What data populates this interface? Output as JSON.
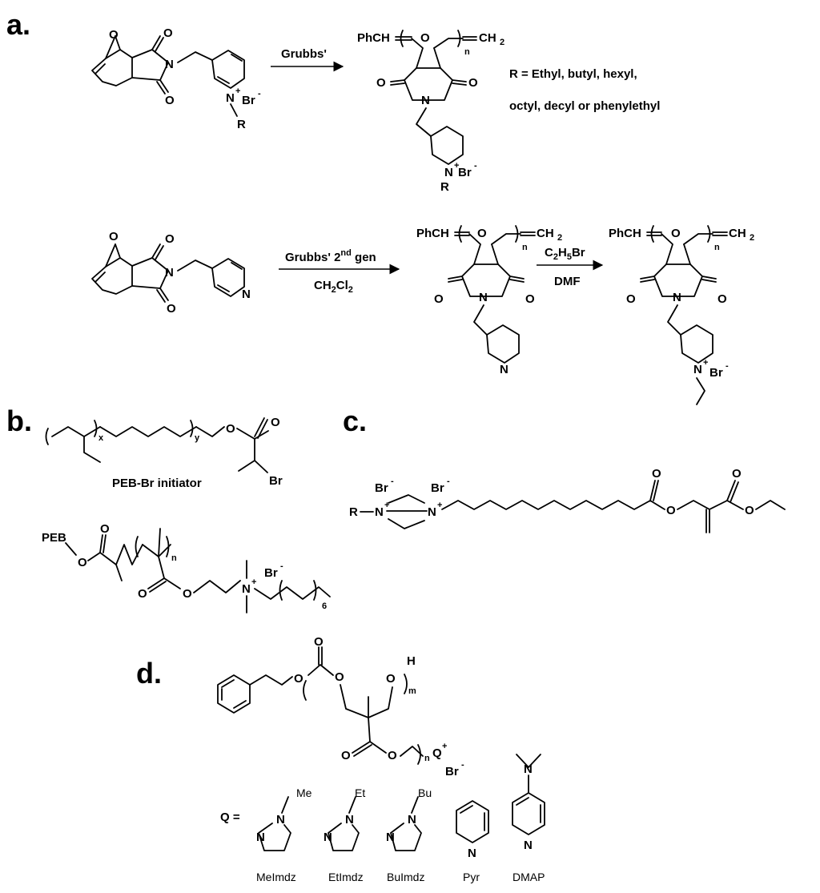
{
  "panels": {
    "a": "a.",
    "b": "b.",
    "c": "c.",
    "d": "d."
  },
  "panel_a": {
    "reagent_1": "Grubbs'",
    "r_definition_line1": "R = Ethyl, butyl, hexyl,",
    "r_definition_line2": "octyl, decyl or phenylethyl",
    "reagent_2": "Grubbs' 2",
    "reagent_2_sup": "nd",
    "reagent_2_tail": " gen",
    "solvent_2": "CH",
    "solvent_2_sub": "2",
    "solvent_2_mid": "Cl",
    "solvent_2_sub2": "2",
    "reagent_3": "C",
    "reagent_3_sub1": "2",
    "reagent_3_mid": "H",
    "reagent_3_sub2": "5",
    "reagent_3_tail": "Br",
    "solvent_3": "DMF",
    "end_group_left": "PhCH",
    "end_group_right": "CH",
    "end_group_right_sub": "2",
    "repeat_n": "n"
  },
  "panel_b": {
    "initiator_label": "PEB-Br initiator",
    "peb": "PEB",
    "x": "x",
    "y": "y",
    "n": "n",
    "six": "6"
  },
  "panel_d": {
    "q_equals": "Q =",
    "m": "m",
    "n": "n",
    "h": "H",
    "q_plus": "Q",
    "q_names": [
      "MeImdz",
      "EtImdz",
      "BuImdz",
      "Pyr",
      "DMAP"
    ],
    "q_substituents": [
      "Me",
      "Et",
      "Bu"
    ]
  },
  "atoms": {
    "o": "O",
    "n": "N",
    "r": "R",
    "br": "Br",
    "br_minus": "Br⁻",
    "plus": "+",
    "minus": "-"
  }
}
